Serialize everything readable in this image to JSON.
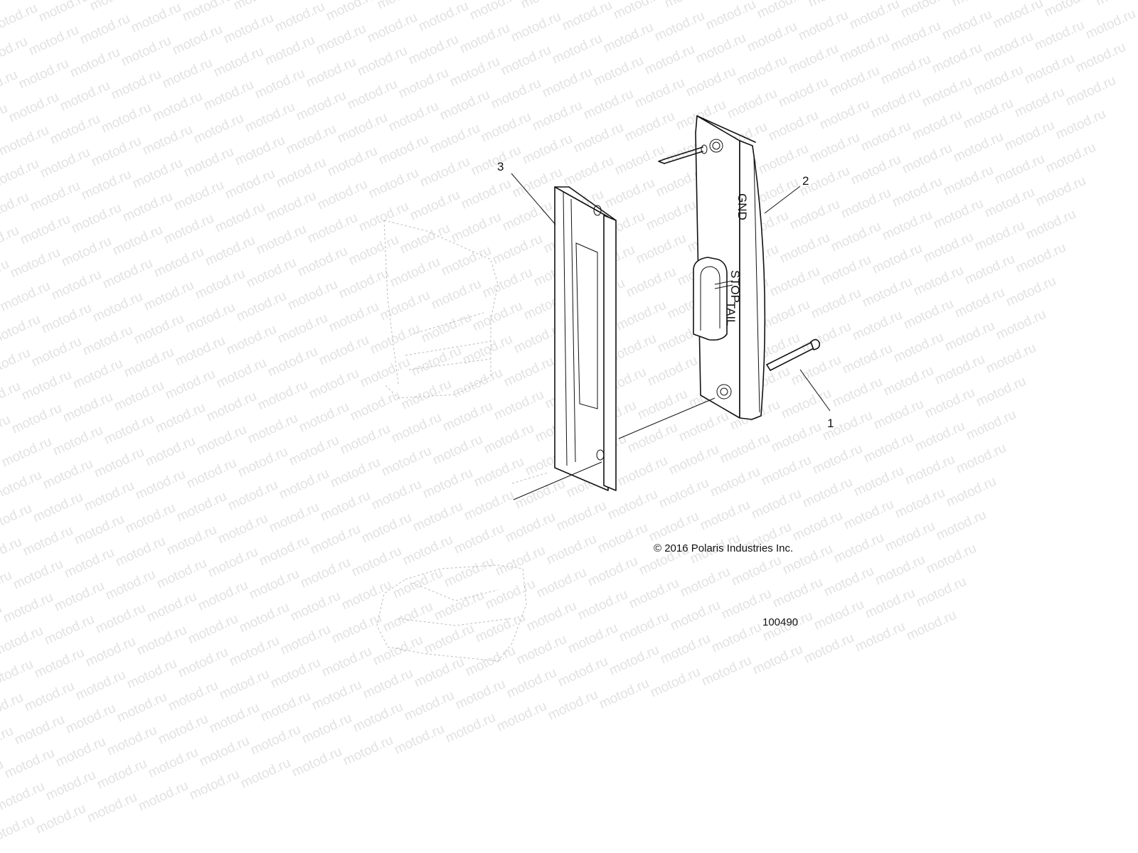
{
  "watermark": {
    "text": "motod.ru",
    "color": "#e2e2e2"
  },
  "callouts": [
    "1",
    "2",
    "3"
  ],
  "copyright": "© 2016 Polaris Industries Inc.",
  "figure_number": "100490",
  "connector_labels": [
    "GND",
    "STOP",
    "TAIL"
  ]
}
